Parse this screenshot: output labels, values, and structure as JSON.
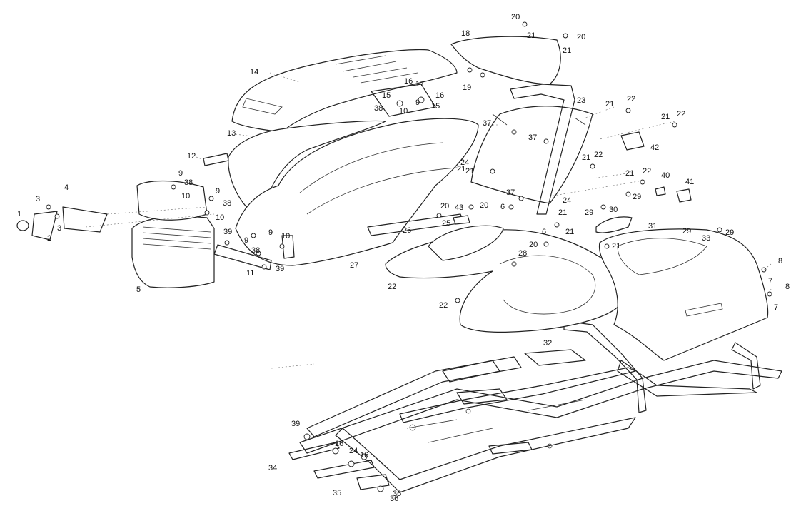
{
  "labels": [
    "20",
    "21",
    "18",
    "20",
    "21",
    "14",
    "16",
    "17",
    "19",
    "16",
    "15",
    "15",
    "38",
    "10",
    "9",
    "23",
    "21",
    "22",
    "13",
    "37",
    "21",
    "22",
    "12",
    "37",
    "42",
    "21",
    "22",
    "24",
    "21",
    "9",
    "38",
    "4",
    "3",
    "10",
    "9",
    "38",
    "1",
    "3",
    "2",
    "21",
    "40",
    "22",
    "29",
    "41",
    "37",
    "21",
    "20",
    "43",
    "20",
    "29",
    "30",
    "6",
    "21",
    "24",
    "25",
    "10",
    "39",
    "9",
    "26",
    "6",
    "21",
    "31",
    "29",
    "33",
    "29",
    "10",
    "9",
    "38",
    "20",
    "28",
    "21",
    "5",
    "11",
    "39",
    "27",
    "22",
    "8",
    "22",
    "7",
    "8",
    "7",
    "32",
    "39",
    "16",
    "24",
    "16",
    "34",
    "35",
    "36",
    "36"
  ]
}
